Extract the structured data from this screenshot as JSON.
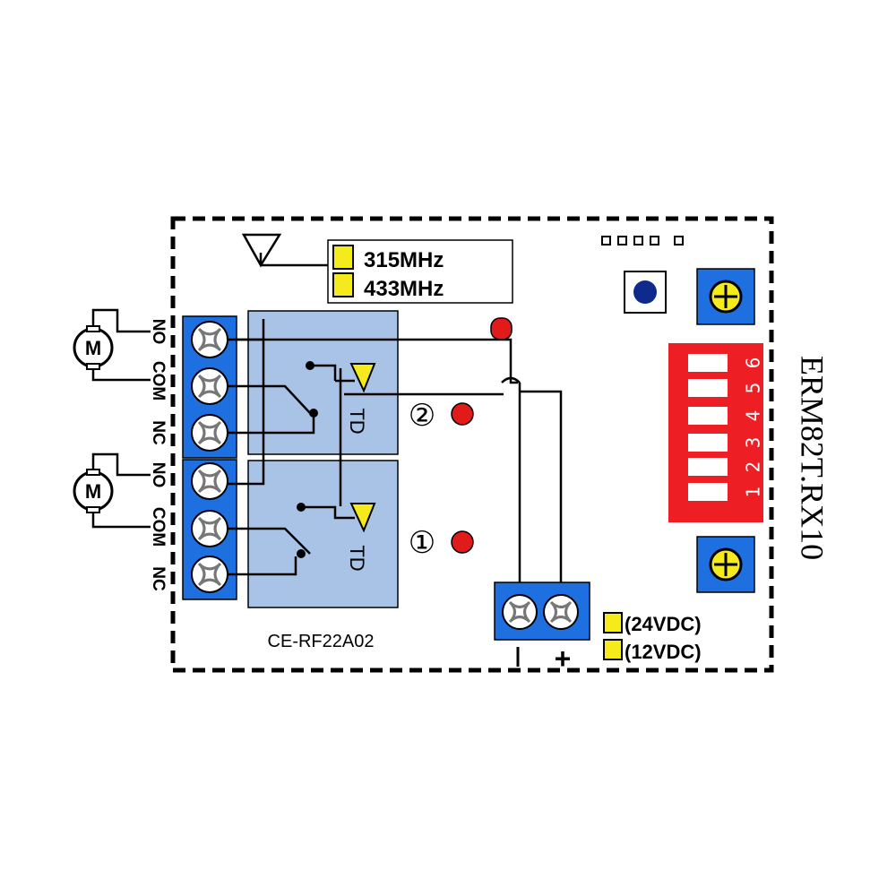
{
  "frequencies": [
    "315MHz",
    "433MHz"
  ],
  "relay_labels": {
    "no": "NO",
    "com": "COM",
    "nc": "NC"
  },
  "motor_label": "M",
  "td_label": "TD",
  "channel_labels": [
    "②",
    "①"
  ],
  "dip_numbers": [
    "1",
    "2",
    "3",
    "4",
    "5",
    "6"
  ],
  "model_name": "ERM82T.RX10",
  "module_name": "CE-RF22A02",
  "voltages": [
    "(24VDC)",
    "(12VDC)"
  ],
  "polarity": {
    "minus": "—",
    "plus": "+"
  },
  "colors": {
    "terminal_blue": "#1e6fe0",
    "relay_body": "#a8c3e6",
    "dip_red": "#ee1f24",
    "jumper_yellow": "#f4ea1c",
    "led_red": "#e11a1a",
    "button_navy": "#0d2a8c"
  }
}
